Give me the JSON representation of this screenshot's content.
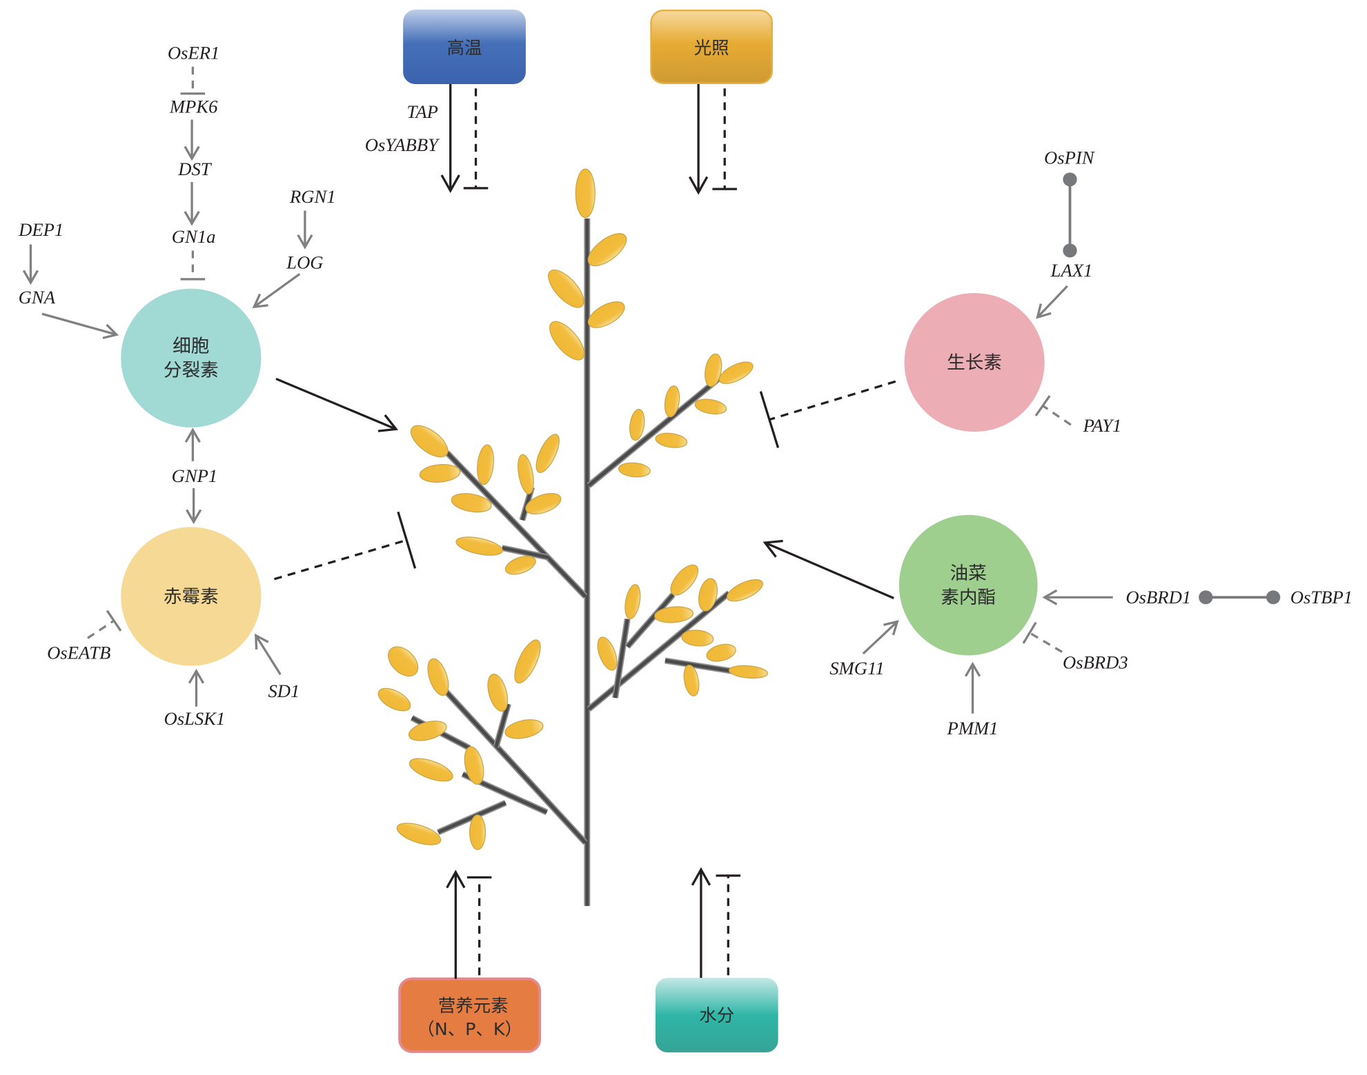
{
  "diagram": {
    "title": "",
    "environment_factors": {
      "high_temperature": {
        "label": "高温",
        "genes": [
          "TAP",
          "OsYABBY"
        ],
        "color": "#4169b3"
      },
      "light": {
        "label": "光照",
        "color": "#e4a92e"
      },
      "nutrients": {
        "label_line1": "营养元素",
        "label_line2": "（N、P、K）",
        "color": "#e57c42"
      },
      "water": {
        "label": "水分",
        "color": "#2fb3a5"
      }
    },
    "hormones": {
      "cytokinin": {
        "label_line1": "细胞",
        "label_line2": "分裂素",
        "color": "#a1d9d5",
        "effect_on_panicle": "promote"
      },
      "gibberellin": {
        "label": "赤霉素",
        "color": "#f5d994",
        "effect_on_panicle": "inhibit"
      },
      "auxin": {
        "label": "生长素",
        "color": "#edadb4",
        "effect_on_panicle": "inhibit"
      },
      "brassinosteroid": {
        "label_line1": "油菜",
        "label_line2": "素内酯",
        "color": "#9ecf8f",
        "effect_on_panicle": "promote"
      }
    },
    "genes": {
      "OsER1": "OsER1",
      "MPK6": "MPK6",
      "DST": "DST",
      "GN1a": "GN1a",
      "RGN1": "RGN1",
      "LOG": "LOG",
      "DEP1": "DEP1",
      "GNA": "GNA",
      "GNP1": "GNP1",
      "OsEATB": "OsEATB",
      "OsLSK1": "OsLSK1",
      "SD1": "SD1",
      "OsPIN": "OsPIN",
      "LAX1": "LAX1",
      "PAY1": "PAY1",
      "OsBRD1": "OsBRD1",
      "OsTBP1": "OsTBP1",
      "OsBRD3": "OsBRD3",
      "SMG11": "SMG11",
      "PMM1": "PMM1"
    },
    "interactions": [
      {
        "from": "OsER1",
        "to": "MPK6",
        "type": "inhibit"
      },
      {
        "from": "MPK6",
        "to": "DST",
        "type": "promote"
      },
      {
        "from": "DST",
        "to": "GN1a",
        "type": "promote"
      },
      {
        "from": "GN1a",
        "to": "细胞分裂素",
        "type": "inhibit"
      },
      {
        "from": "RGN1",
        "to": "LOG",
        "type": "promote"
      },
      {
        "from": "LOG",
        "to": "细胞分裂素",
        "type": "promote"
      },
      {
        "from": "DEP1",
        "to": "GNA",
        "type": "promote"
      },
      {
        "from": "GNA",
        "to": "细胞分裂素",
        "type": "promote"
      },
      {
        "from": "GNP1",
        "to": "细胞分裂素/赤霉素",
        "type": "bidirectional"
      },
      {
        "from": "OsEATB",
        "to": "赤霉素",
        "type": "inhibit"
      },
      {
        "from": "OsLSK1",
        "to": "赤霉素",
        "type": "promote"
      },
      {
        "from": "SD1",
        "to": "赤霉素",
        "type": "promote"
      },
      {
        "from": "OsPIN",
        "to": "LAX1",
        "type": "interaction"
      },
      {
        "from": "LAX1",
        "to": "生长素",
        "type": "promote"
      },
      {
        "from": "PAY1",
        "to": "生长素",
        "type": "inhibit"
      },
      {
        "from": "OsBRD1",
        "to": "油菜素内酯",
        "type": "promote"
      },
      {
        "from": "OsTBP1",
        "to": "OsBRD1",
        "type": "interaction"
      },
      {
        "from": "OsBRD3",
        "to": "油菜素内酯",
        "type": "inhibit"
      },
      {
        "from": "SMG11",
        "to": "油菜素内酯",
        "type": "promote"
      },
      {
        "from": "PMM1",
        "to": "油菜素内酯",
        "type": "promote"
      }
    ]
  }
}
